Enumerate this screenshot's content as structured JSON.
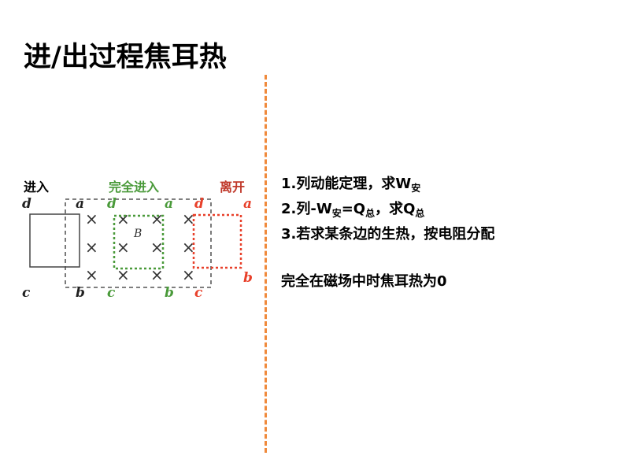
{
  "title": "进/出过程焦耳热",
  "diagram": {
    "headers": {
      "enter": "进入",
      "full": "完全进入",
      "leave": "离开"
    },
    "field_label": "B",
    "cross": "×",
    "corners": {
      "a": "a",
      "b": "b",
      "c": "c",
      "d": "d"
    },
    "colors": {
      "enter": "#333333",
      "full": "#4a9a3a",
      "leave": "#e8402a",
      "divider": "#f08a3c"
    }
  },
  "steps": [
    {
      "text": "1.列动能定理，求W",
      "sub": "安"
    },
    {
      "pre": "2.列-W",
      "sub1": "安",
      "mid": "=Q",
      "sub2": "总",
      "post": "，求Q",
      "sub3": "总"
    },
    {
      "text": "3.若求某条边的生热，按电阻分配"
    }
  ],
  "note": "完全在磁场中时焦耳热为0"
}
